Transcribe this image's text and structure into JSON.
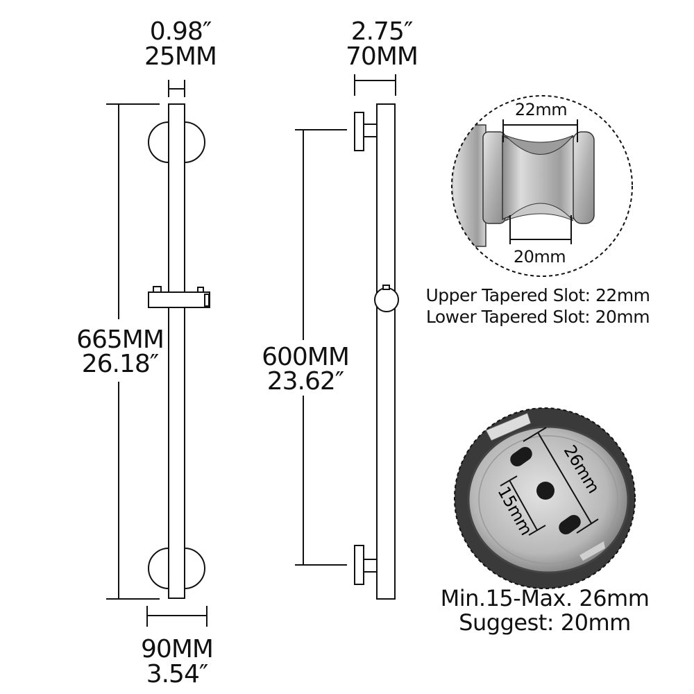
{
  "front_view": {
    "width_in": "0.98″",
    "width_mm": "25MM",
    "height_mm": "665MM",
    "height_in": "26.18″",
    "base_mm": "90MM",
    "base_in": "3.54″"
  },
  "side_view": {
    "depth_in": "2.75″",
    "depth_mm": "70MM",
    "spacing_mm": "600MM",
    "spacing_in": "23.62″"
  },
  "slot_detail": {
    "upper_dim": "22mm",
    "lower_dim": "20mm",
    "caption_upper": "Upper Tapered Slot: 22mm",
    "caption_lower": "Lower Tapered Slot: 20mm"
  },
  "base_detail": {
    "dim_26": "26mm",
    "dim_15": "15mm",
    "caption_range": "Min.15-Max. 26mm",
    "caption_suggest": "Suggest: 20mm"
  }
}
